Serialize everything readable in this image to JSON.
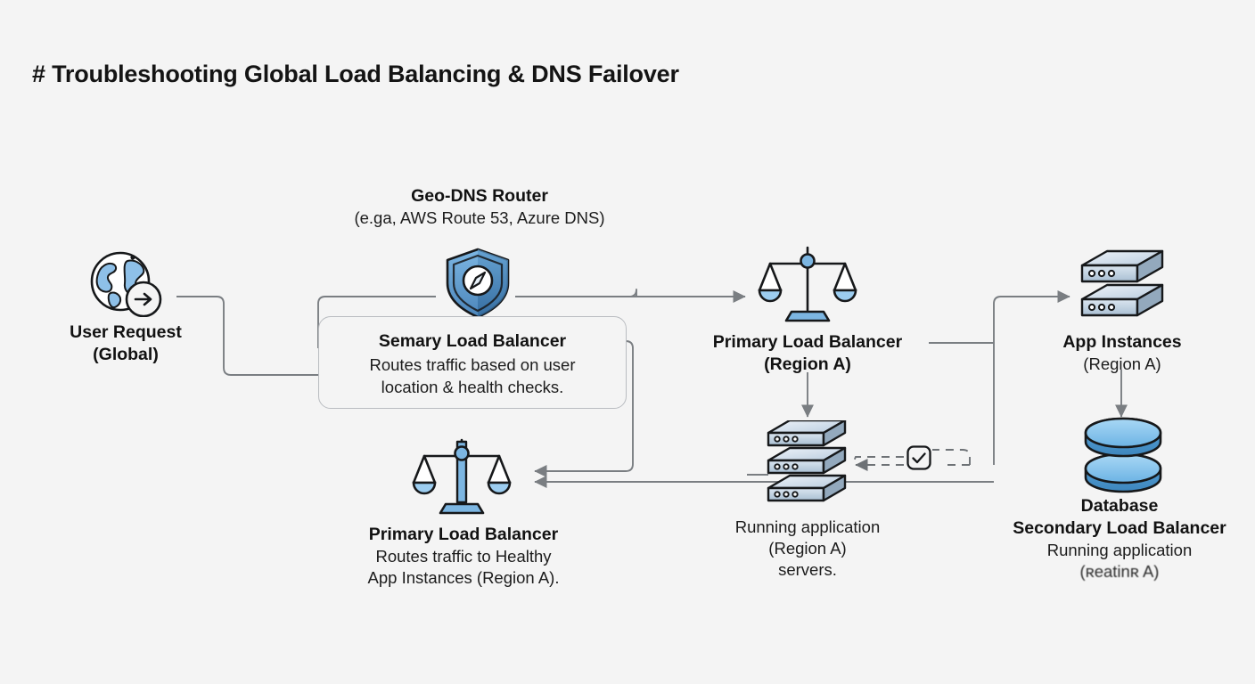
{
  "page": {
    "title": "# Troubleshooting Global Load Balancing & DNS Failover",
    "background_color": "#f4f4f4",
    "accent_color": "#6aa9dc",
    "line_color": "#7a7e82"
  },
  "diagram": {
    "type": "flow-diagram",
    "nodes": [
      {
        "id": "user-request",
        "icon": "globe-arrow-icon",
        "title": "User Request",
        "subtitle": "(Global)"
      },
      {
        "id": "geo-dns-router",
        "icon": "shield-compass-icon",
        "title": "Geo-DNS Router",
        "subtitle": "(e.ga, AWS Route 53, Azure DNS)"
      },
      {
        "id": "semary-load-balancer",
        "title": "Semary Load Balancer",
        "body_line_1": "Routes traffic based on user",
        "body_line_2": "location & health checks."
      },
      {
        "id": "primary-load-balancer-region-a",
        "icon": "balance-scale-icon",
        "title": "Primary Load Balancer",
        "subtitle": "(Region A)"
      },
      {
        "id": "app-instances-region-a",
        "icon": "server-stack-icon",
        "title": "App Instances",
        "subtitle": "(Region A)"
      },
      {
        "id": "running-application-servers",
        "icon": "server-stack-triple-icon",
        "body_line_1": "Running application",
        "body_line_2": "(Region A)",
        "body_line_3": "servers."
      },
      {
        "id": "database-secondary-load-balancer",
        "icon": "database-icon",
        "title_line_1": "Database",
        "title_line_2": "Secondary Load Balancer",
        "body_line_1": "Running application",
        "body_line_2": "(ʀeatinʀ A)"
      },
      {
        "id": "primary-load-balancer-healthy",
        "icon": "balance-scale-icon",
        "title": "Primary Load Balancer",
        "body_line_1": "Routes traffic to Healthy",
        "body_line_2": "App Instances (Region A)."
      },
      {
        "id": "health-check",
        "icon": "checkbox-checked-icon"
      }
    ]
  }
}
